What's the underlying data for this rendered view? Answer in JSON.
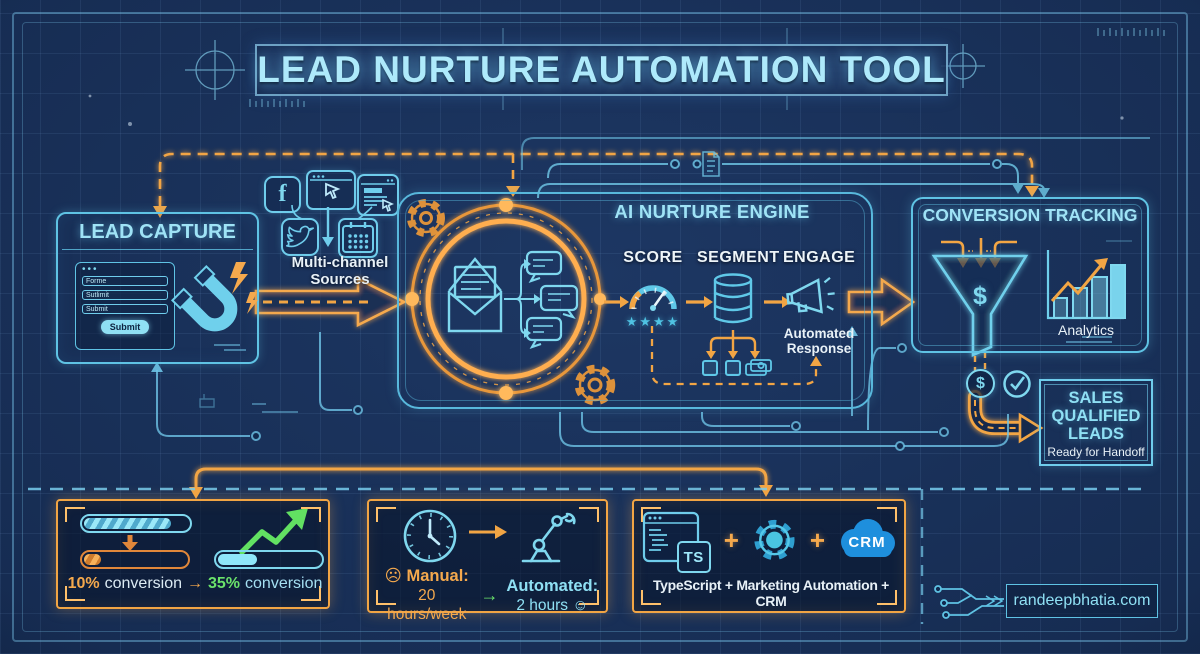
{
  "title": "LEAD NURTURE AUTOMATION TOOL",
  "colors": {
    "background": "#162c52",
    "line_cyan": "#5fc3e4",
    "text_cyan": "#a8e6f8",
    "white": "#e8f1f7",
    "orange": "#f2a544",
    "green": "#6be36b",
    "crm_blue": "#1e8fdd"
  },
  "lead_capture": {
    "title": "LEAD CAPTURE",
    "form_fields": [
      "Forme",
      "Sutlimit",
      "Submit"
    ],
    "submit_button": "Submit"
  },
  "sources": {
    "label": "Multi-channel Sources"
  },
  "engine": {
    "title": "AI NURTURE ENGINE",
    "steps": [
      "SCORE",
      "SEGMENT",
      "ENGAGE"
    ],
    "stars": "★★★★",
    "engage_note": "Automated Response"
  },
  "conversion": {
    "title": "CONVERSION TRACKING",
    "funnel_symbol": "$",
    "coin_symbol": "$",
    "analytics_label": "Analytics"
  },
  "sales": {
    "title": "SALES QUALIFIED LEADS",
    "subtitle": "Ready for Handoff"
  },
  "stats": {
    "before_pct": "10%",
    "before_label": "conversion",
    "arrow": "→",
    "after_pct": "35%",
    "after_label": "conversion",
    "before_value": 10,
    "after_value": 35
  },
  "time": {
    "mood_bad": "☹",
    "manual_label": "Manual:",
    "manual_value": "20 hours/week",
    "arrow": "→",
    "auto_label": "Automated:",
    "auto_value": "2 hours",
    "mood_good": "☺"
  },
  "stack": {
    "ts_badge": "TS",
    "plus": "+",
    "crm_label": "CRM",
    "caption": "TypeScript + Marketing Automation + CRM"
  },
  "brand": {
    "domain": "randeepbhatia.com"
  },
  "icons": {
    "facebook_glyph": "f"
  }
}
